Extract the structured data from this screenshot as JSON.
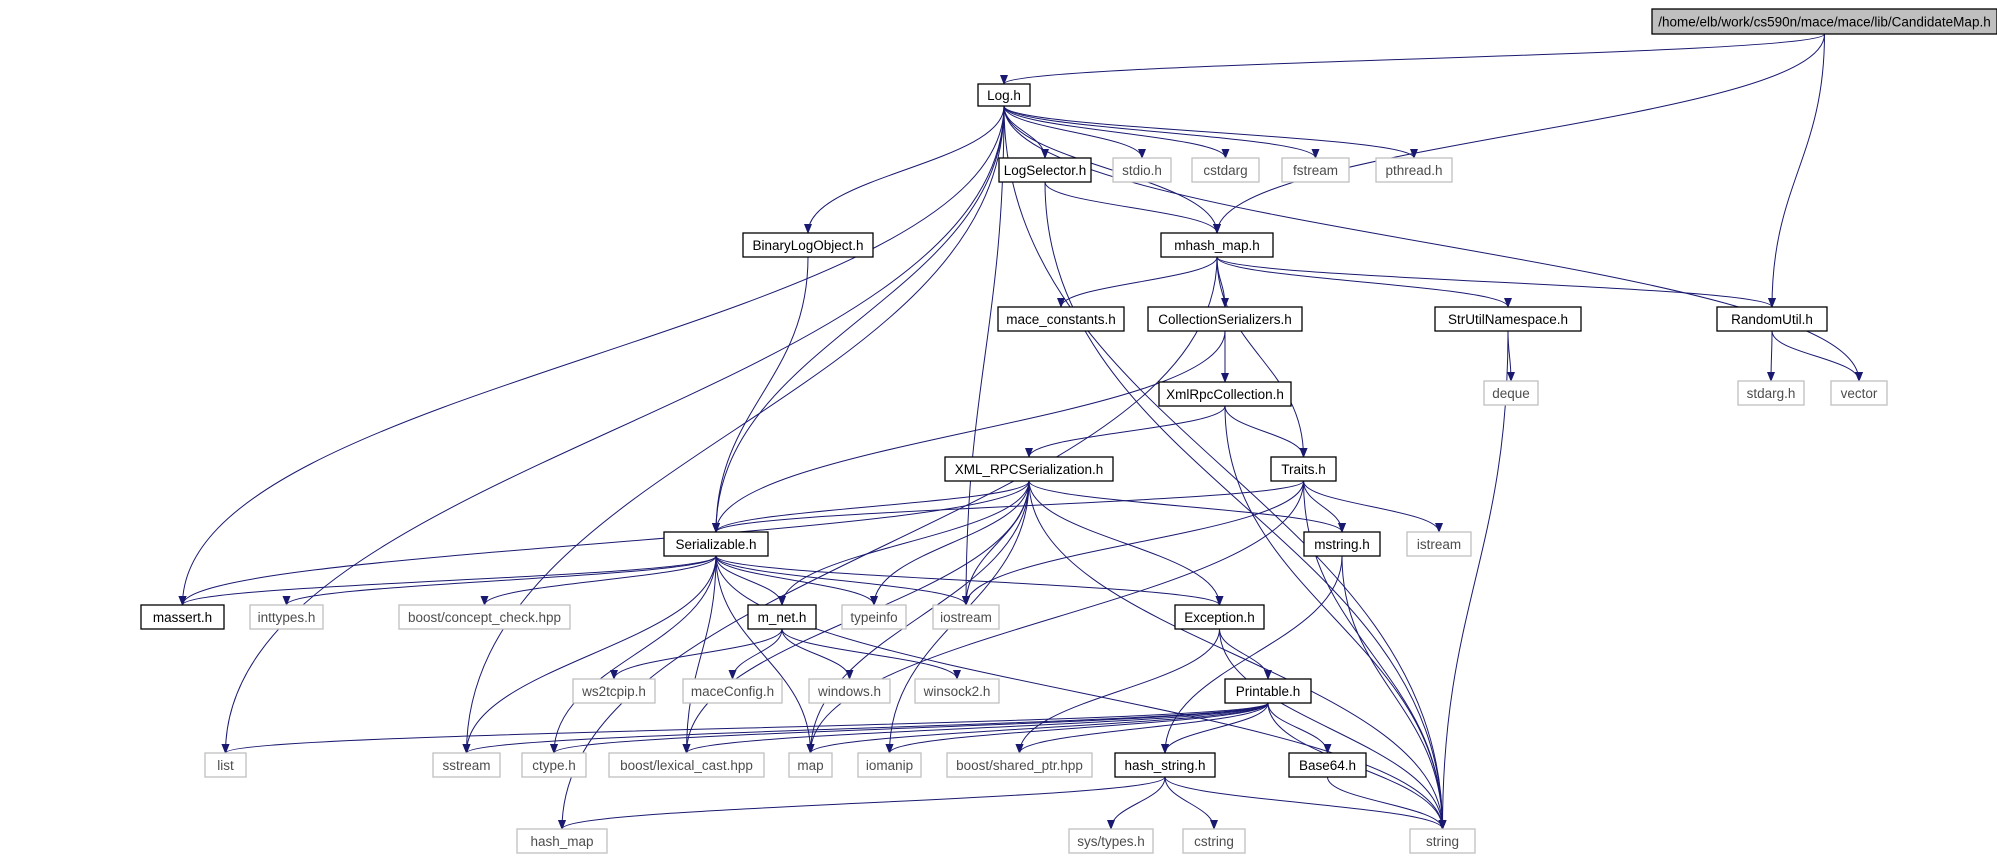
{
  "colors": {
    "edge": "#191970",
    "local_border": "#000000",
    "system_border": "#bfbfbf",
    "root_fill": "#bfbfbf",
    "local_text": "#000000",
    "system_text": "#4d4d4d"
  },
  "nodes": [
    {
      "id": "root",
      "label": "/home/elb/work/cs590n/mace/mace/lib/CandidateMap.h",
      "kind": "root"
    },
    {
      "id": "log",
      "label": "Log.h",
      "kind": "local"
    },
    {
      "id": "logselector",
      "label": "LogSelector.h",
      "kind": "local"
    },
    {
      "id": "stdio",
      "label": "stdio.h",
      "kind": "system"
    },
    {
      "id": "cstdarg",
      "label": "cstdarg",
      "kind": "system"
    },
    {
      "id": "fstream",
      "label": "fstream",
      "kind": "system"
    },
    {
      "id": "pthread",
      "label": "pthread.h",
      "kind": "system"
    },
    {
      "id": "binarylog",
      "label": "BinaryLogObject.h",
      "kind": "local"
    },
    {
      "id": "mhash",
      "label": "mhash_map.h",
      "kind": "local"
    },
    {
      "id": "maceconst",
      "label": "mace_constants.h",
      "kind": "local"
    },
    {
      "id": "collser",
      "label": "CollectionSerializers.h",
      "kind": "local"
    },
    {
      "id": "strutil",
      "label": "StrUtilNamespace.h",
      "kind": "local"
    },
    {
      "id": "randomutil",
      "label": "RandomUtil.h",
      "kind": "local"
    },
    {
      "id": "deque",
      "label": "deque",
      "kind": "system"
    },
    {
      "id": "stdarg",
      "label": "stdarg.h",
      "kind": "system"
    },
    {
      "id": "vector",
      "label": "vector",
      "kind": "system"
    },
    {
      "id": "xmlrpccoll",
      "label": "XmlRpcCollection.h",
      "kind": "local"
    },
    {
      "id": "xmlrpcser",
      "label": "XML_RPCSerialization.h",
      "kind": "local"
    },
    {
      "id": "traits",
      "label": "Traits.h",
      "kind": "local"
    },
    {
      "id": "serializable",
      "label": "Serializable.h",
      "kind": "local"
    },
    {
      "id": "mstring",
      "label": "mstring.h",
      "kind": "local"
    },
    {
      "id": "istream",
      "label": "istream",
      "kind": "system"
    },
    {
      "id": "massert",
      "label": "massert.h",
      "kind": "local"
    },
    {
      "id": "inttypes",
      "label": "inttypes.h",
      "kind": "system"
    },
    {
      "id": "boostconcept",
      "label": "boost/concept_check.hpp",
      "kind": "system"
    },
    {
      "id": "mnet",
      "label": "m_net.h",
      "kind": "local"
    },
    {
      "id": "typeinfo",
      "label": "typeinfo",
      "kind": "system"
    },
    {
      "id": "iostream",
      "label": "iostream",
      "kind": "system"
    },
    {
      "id": "exception",
      "label": "Exception.h",
      "kind": "local"
    },
    {
      "id": "ws2tcpip",
      "label": "ws2tcpip.h",
      "kind": "system"
    },
    {
      "id": "maceconfig",
      "label": "maceConfig.h",
      "kind": "system"
    },
    {
      "id": "windows",
      "label": "windows.h",
      "kind": "system"
    },
    {
      "id": "winsock2",
      "label": "winsock2.h",
      "kind": "system"
    },
    {
      "id": "printable",
      "label": "Printable.h",
      "kind": "local"
    },
    {
      "id": "list",
      "label": "list",
      "kind": "system"
    },
    {
      "id": "sstream",
      "label": "sstream",
      "kind": "system"
    },
    {
      "id": "ctype",
      "label": "ctype.h",
      "kind": "system"
    },
    {
      "id": "lexical",
      "label": "boost/lexical_cast.hpp",
      "kind": "system"
    },
    {
      "id": "map",
      "label": "map",
      "kind": "system"
    },
    {
      "id": "iomanip",
      "label": "iomanip",
      "kind": "system"
    },
    {
      "id": "sharedptr",
      "label": "boost/shared_ptr.hpp",
      "kind": "system"
    },
    {
      "id": "hashstring",
      "label": "hash_string.h",
      "kind": "local"
    },
    {
      "id": "base64",
      "label": "Base64.h",
      "kind": "local"
    },
    {
      "id": "hashmap",
      "label": "hash_map",
      "kind": "system"
    },
    {
      "id": "string",
      "label": "string",
      "kind": "system"
    },
    {
      "id": "systypes",
      "label": "sys/types.h",
      "kind": "system"
    },
    {
      "id": "cstring",
      "label": "cstring",
      "kind": "system"
    }
  ],
  "edges": [
    [
      "root",
      "log"
    ],
    [
      "root",
      "mhash"
    ],
    [
      "root",
      "randomutil"
    ],
    [
      "log",
      "logselector"
    ],
    [
      "log",
      "stdio"
    ],
    [
      "log",
      "cstdarg"
    ],
    [
      "log",
      "fstream"
    ],
    [
      "log",
      "pthread"
    ],
    [
      "log",
      "binarylog"
    ],
    [
      "log",
      "mhash"
    ],
    [
      "log",
      "vector"
    ],
    [
      "log",
      "serializable"
    ],
    [
      "log",
      "massert"
    ],
    [
      "log",
      "iostream"
    ],
    [
      "log",
      "list"
    ],
    [
      "log",
      "sstream"
    ],
    [
      "log",
      "string"
    ],
    [
      "logselector",
      "mhash"
    ],
    [
      "logselector",
      "string"
    ],
    [
      "binarylog",
      "serializable"
    ],
    [
      "mhash",
      "maceconst"
    ],
    [
      "mhash",
      "collser"
    ],
    [
      "mhash",
      "strutil"
    ],
    [
      "mhash",
      "randomutil"
    ],
    [
      "mhash",
      "traits"
    ],
    [
      "mhash",
      "hashmap"
    ],
    [
      "randomutil",
      "stdarg"
    ],
    [
      "randomutil",
      "vector"
    ],
    [
      "strutil",
      "deque"
    ],
    [
      "strutil",
      "string"
    ],
    [
      "collser",
      "xmlrpccoll"
    ],
    [
      "collser",
      "serializable"
    ],
    [
      "xmlrpccoll",
      "xmlrpcser"
    ],
    [
      "xmlrpccoll",
      "traits"
    ],
    [
      "xmlrpccoll",
      "string"
    ],
    [
      "xmlrpcser",
      "serializable"
    ],
    [
      "xmlrpcser",
      "mstring"
    ],
    [
      "xmlrpcser",
      "massert"
    ],
    [
      "xmlrpcser",
      "mnet"
    ],
    [
      "xmlrpcser",
      "typeinfo"
    ],
    [
      "xmlrpcser",
      "iostream"
    ],
    [
      "xmlrpcser",
      "exception"
    ],
    [
      "xmlrpcser",
      "map"
    ],
    [
      "xmlrpcser",
      "iomanip"
    ],
    [
      "xmlrpcser",
      "lexical"
    ],
    [
      "xmlrpcser",
      "string"
    ],
    [
      "traits",
      "serializable"
    ],
    [
      "traits",
      "mstring"
    ],
    [
      "traits",
      "istream"
    ],
    [
      "traits",
      "iostream"
    ],
    [
      "traits",
      "string"
    ],
    [
      "traits",
      "map"
    ],
    [
      "mstring",
      "string"
    ],
    [
      "mstring",
      "hashstring"
    ],
    [
      "serializable",
      "massert"
    ],
    [
      "serializable",
      "inttypes"
    ],
    [
      "serializable",
      "boostconcept"
    ],
    [
      "serializable",
      "mnet"
    ],
    [
      "serializable",
      "typeinfo"
    ],
    [
      "serializable",
      "iostream"
    ],
    [
      "serializable",
      "exception"
    ],
    [
      "serializable",
      "sstream"
    ],
    [
      "serializable",
      "ctype"
    ],
    [
      "serializable",
      "lexical"
    ],
    [
      "serializable",
      "map"
    ],
    [
      "serializable",
      "string"
    ],
    [
      "mnet",
      "ws2tcpip"
    ],
    [
      "mnet",
      "maceconfig"
    ],
    [
      "mnet",
      "windows"
    ],
    [
      "mnet",
      "winsock2"
    ],
    [
      "exception",
      "printable"
    ],
    [
      "exception",
      "string"
    ],
    [
      "exception",
      "sharedptr"
    ],
    [
      "printable",
      "list"
    ],
    [
      "printable",
      "sstream"
    ],
    [
      "printable",
      "ctype"
    ],
    [
      "printable",
      "lexical"
    ],
    [
      "printable",
      "map"
    ],
    [
      "printable",
      "iomanip"
    ],
    [
      "printable",
      "sharedptr"
    ],
    [
      "printable",
      "hashstring"
    ],
    [
      "printable",
      "base64"
    ],
    [
      "printable",
      "string"
    ],
    [
      "hashstring",
      "hashmap"
    ],
    [
      "hashstring",
      "systypes"
    ],
    [
      "hashstring",
      "cstring"
    ],
    [
      "hashstring",
      "string"
    ],
    [
      "base64",
      "string"
    ]
  ]
}
